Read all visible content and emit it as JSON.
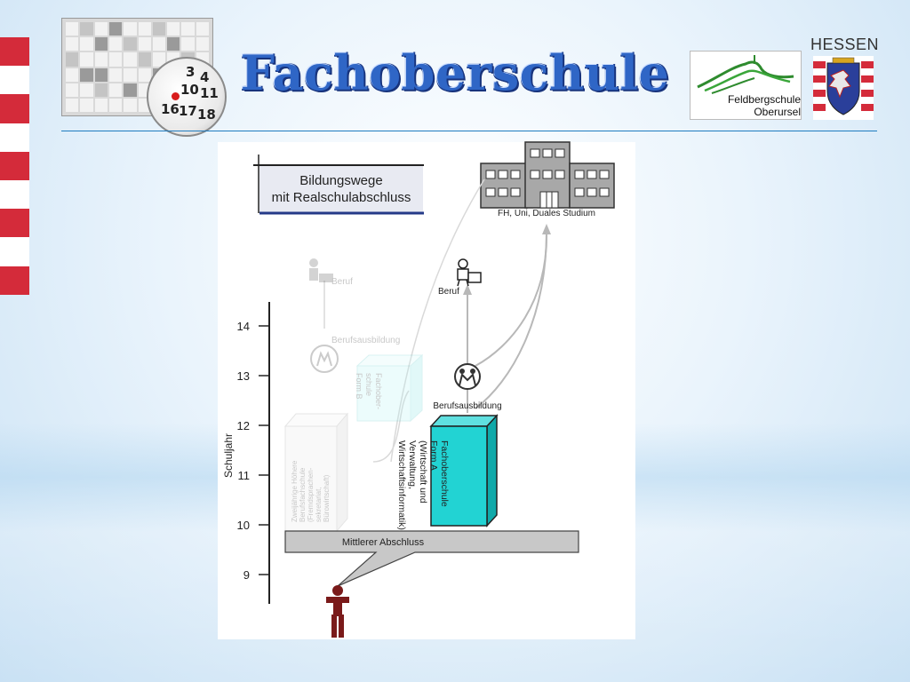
{
  "header": {
    "title": "Fachoberschule",
    "school_logo_line1": "Feldbergschule",
    "school_logo_line2": "Oberursel",
    "state_label": "HESSEN",
    "calendar_numbers": [
      "3",
      "4",
      "10",
      "11",
      "16",
      "17",
      "18"
    ]
  },
  "diagram": {
    "box_title_line1": "Bildungswege",
    "box_title_line2": "mit Realschulabschluss",
    "top_building_label": "FH, Uni, Duales Studium",
    "axis_label": "Schuljahr",
    "year_ticks": [
      "14",
      "13",
      "12",
      "11",
      "10",
      "9"
    ],
    "mittlerer_abschluss": "Mittlerer Abschluss",
    "active_path": {
      "school_lines": [
        "Fachoberschule",
        "Form A",
        "(Wirtschaft und",
        "Verwaltung,",
        "Wirtschaftsinformatik)"
      ],
      "berufsausbildung": "Berufsausbildung",
      "beruf": "Beruf"
    },
    "faded_path": {
      "beruf": "Beruf",
      "berufsausbildung": "Berufsausbildung",
      "school_b_lines": [
        "Fachober-",
        "schule",
        "Form B"
      ],
      "hbf_lines": [
        "Zweijährige Höhere",
        "Berufsfachschule",
        "(Fremdsprachen-",
        "sekretariat,",
        "Bürowirtschaft)"
      ]
    }
  },
  "colors": {
    "stripe_red": "#d42b3a",
    "title_blue": "#2f66c6",
    "fos_cyan": "#22d3d3",
    "figure_red": "#7a1a1a"
  },
  "icons": [
    "calendar-image",
    "feldbergschule-logo",
    "hessen-crest-icon",
    "building-icon",
    "worker-icon",
    "handshake-icon",
    "person-icon"
  ]
}
